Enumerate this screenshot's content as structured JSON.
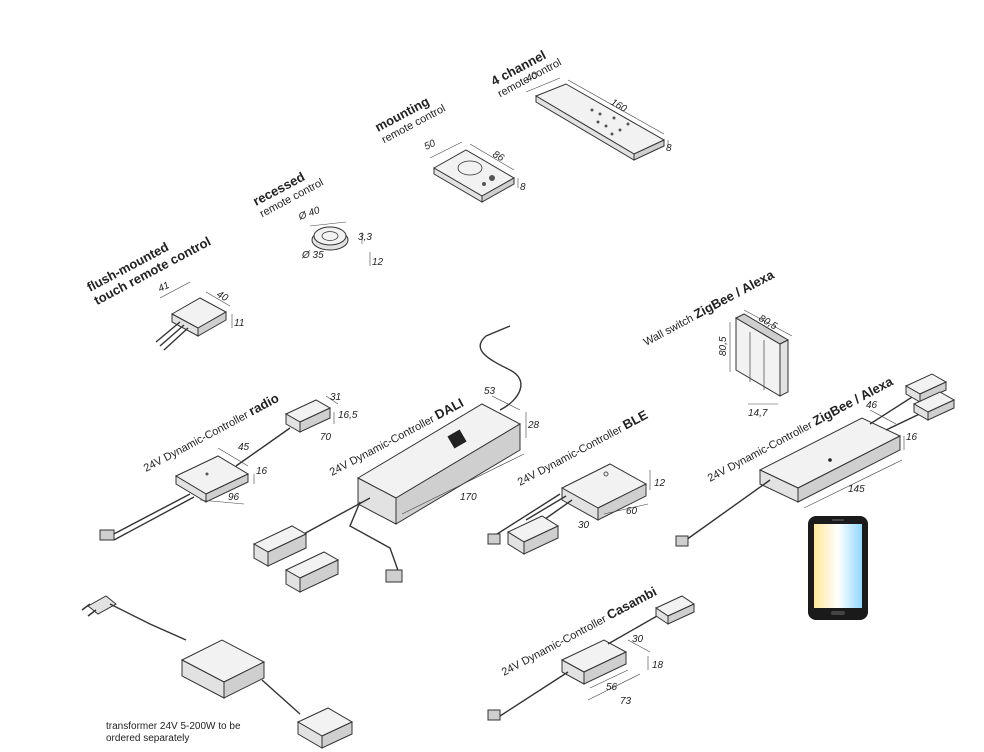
{
  "remotes": {
    "four_channel": {
      "title": "4 channel",
      "sub": "remote control",
      "d_width": "40",
      "d_length": "160",
      "d_height": "8"
    },
    "mounting": {
      "title": "mounting",
      "sub": "remote control",
      "d_width": "50",
      "d_length": "86",
      "d_height": "8"
    },
    "recessed": {
      "title": "recessed",
      "sub": "remote control",
      "d_outer": "Ø 40",
      "d_inner": "Ø 35",
      "d_h1": "3,3",
      "d_h2": "12"
    },
    "flush": {
      "title1": "flush-mounted",
      "title2": "touch remote control",
      "d_w": "41",
      "d_l": "40",
      "d_h": "11"
    }
  },
  "wall_switch": {
    "prefix": "Wall switch ",
    "bold": "ZigBee / Alexa",
    "d_w": "80,5",
    "d_h": "80,5",
    "d_d": "14,7"
  },
  "controllers": {
    "radio": {
      "prefix": "24V Dynamic-Controller ",
      "bold": "radio",
      "d_a": "31",
      "d_b": "16,5",
      "d_c": "70",
      "d_d": "45",
      "d_e": "16",
      "d_f": "96"
    },
    "dali": {
      "prefix": "24V Dynamic-Controller ",
      "bold": "DALI",
      "d_a": "53",
      "d_b": "28",
      "d_c": "170"
    },
    "ble": {
      "prefix": "24V Dynamic-Controller ",
      "bold": "BLE",
      "d_a": "12",
      "d_b": "30",
      "d_c": "60"
    },
    "zigbee": {
      "prefix": "24V Dynamic-Controller ",
      "bold": "ZigBee / Alexa",
      "d_a": "46",
      "d_b": "16",
      "d_c": "145"
    },
    "casambi": {
      "prefix": "24V Dynamic-Controller ",
      "bold": "Casambi",
      "d_a": "30",
      "d_b": "18",
      "d_c": "56",
      "d_d": "73"
    }
  },
  "transformer": {
    "line1": "transformer 24V 5-200W to be",
    "line2": "ordered separately"
  },
  "colors": {
    "phone_frame": "#1a1a1a",
    "gradient_top": "#8fd8ff",
    "gradient_mid": "#ffffff",
    "gradient_bottom": "#ffe79a"
  }
}
